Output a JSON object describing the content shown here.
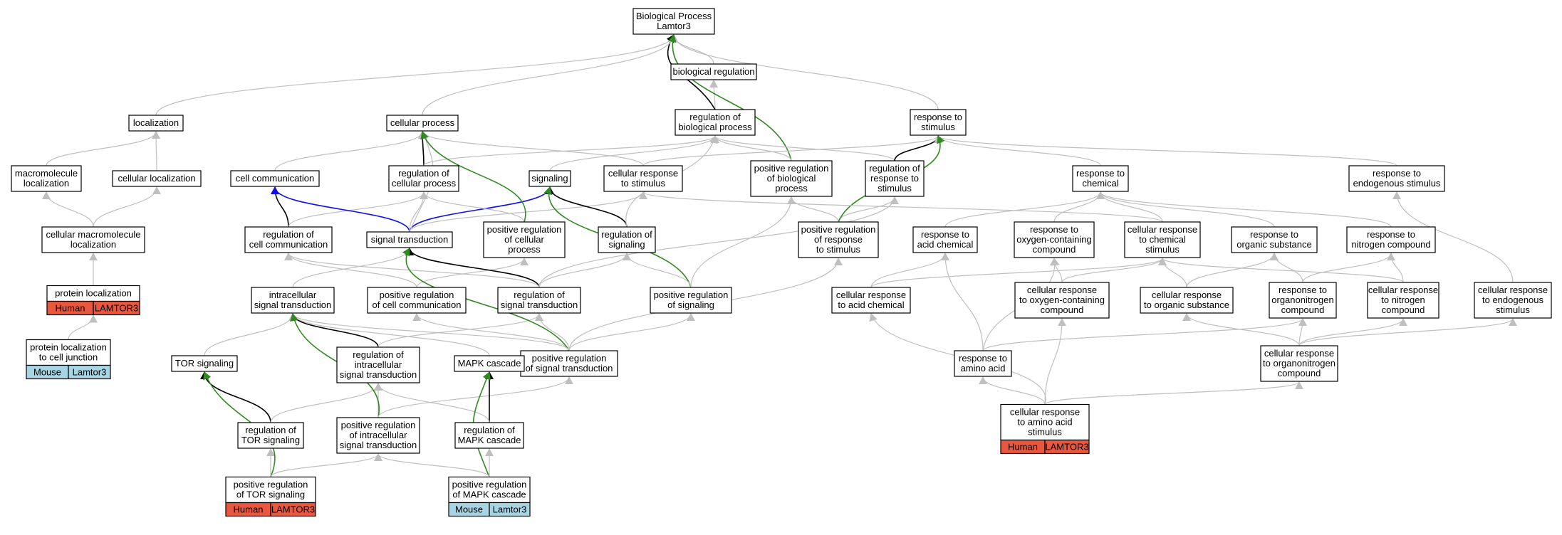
{
  "diagram": {
    "title": "Gene Ontology graph – Biological Process, Lamtor3",
    "colors": {
      "human": "#e9573f",
      "mouse": "#a8d5e3",
      "edge_gray": "#bfbfbf",
      "edge_black": "#000000",
      "edge_green": "#2f8a1f",
      "edge_blue": "#1010ee"
    },
    "nodes": [
      {
        "id": "bp",
        "label": [
          "Biological Process",
          "Lamtor3"
        ]
      },
      {
        "id": "bioreg",
        "label": [
          "biological regulation"
        ]
      },
      {
        "id": "regbio",
        "label": [
          "regulation of",
          "biological process"
        ]
      },
      {
        "id": "resp",
        "label": [
          "response to",
          "stimulus"
        ]
      },
      {
        "id": "loc",
        "label": [
          "localization"
        ]
      },
      {
        "id": "cellproc",
        "label": [
          "cellular process"
        ]
      },
      {
        "id": "macroloc",
        "label": [
          "macromolecule",
          "localization"
        ]
      },
      {
        "id": "cellloc",
        "label": [
          "cellular localization"
        ]
      },
      {
        "id": "cellcomm",
        "label": [
          "cell communication"
        ]
      },
      {
        "id": "regcellproc",
        "label": [
          "regulation of",
          "cellular process"
        ]
      },
      {
        "id": "signaling",
        "label": [
          "signaling"
        ]
      },
      {
        "id": "cellresp",
        "label": [
          "cellular response",
          "to stimulus"
        ]
      },
      {
        "id": "posregbio",
        "label": [
          "positive regulation",
          "of biological",
          "process"
        ]
      },
      {
        "id": "regresp",
        "label": [
          "regulation of",
          "response to",
          "stimulus"
        ]
      },
      {
        "id": "respchem",
        "label": [
          "response to",
          "chemical"
        ]
      },
      {
        "id": "respendo",
        "label": [
          "response to",
          "endogenous stimulus"
        ]
      },
      {
        "id": "cellmacroloc",
        "label": [
          "cellular macromolecule",
          "localization"
        ]
      },
      {
        "id": "regcellcomm",
        "label": [
          "regulation of",
          "cell communication"
        ]
      },
      {
        "id": "sigtrans",
        "label": [
          "signal transduction"
        ]
      },
      {
        "id": "posregcellproc",
        "label": [
          "positive regulation",
          "of cellular",
          "process"
        ]
      },
      {
        "id": "regsig",
        "label": [
          "regulation of",
          "signaling"
        ]
      },
      {
        "id": "posregresp",
        "label": [
          "positive regulation",
          "of response",
          "to stimulus"
        ]
      },
      {
        "id": "respacid",
        "label": [
          "response to",
          "acid chemical"
        ]
      },
      {
        "id": "respoxy",
        "label": [
          "response to",
          "oxygen-containing",
          "compound"
        ]
      },
      {
        "id": "cellrespchem",
        "label": [
          "cellular response",
          "to chemical",
          "stimulus"
        ]
      },
      {
        "id": "resporg",
        "label": [
          "response to",
          "organic substance"
        ]
      },
      {
        "id": "respnitro",
        "label": [
          "response to",
          "nitrogen compound"
        ]
      },
      {
        "id": "protloc",
        "label": [
          "protein localization"
        ],
        "tags": [
          {
            "species": "Human",
            "gene": "LAMTOR3"
          }
        ]
      },
      {
        "id": "intrasig",
        "label": [
          "intracellular",
          "signal transduction"
        ]
      },
      {
        "id": "posregcellcomm",
        "label": [
          "positive regulation",
          "of cell communication"
        ]
      },
      {
        "id": "regsigtrans",
        "label": [
          "regulation of",
          "signal transduction"
        ]
      },
      {
        "id": "posregsig",
        "label": [
          "positive regulation",
          "of signaling"
        ]
      },
      {
        "id": "cellrespacid",
        "label": [
          "cellular response",
          "to acid chemical"
        ]
      },
      {
        "id": "cellrespoxy",
        "label": [
          "cellular response",
          "to oxygen-containing",
          "compound"
        ]
      },
      {
        "id": "cellresporg",
        "label": [
          "cellular response",
          "to organic substance"
        ]
      },
      {
        "id": "resporgnitro",
        "label": [
          "response to",
          "organonitrogen",
          "compound"
        ]
      },
      {
        "id": "cellrespnitro",
        "label": [
          "cellular response",
          "to nitrogen",
          "compound"
        ]
      },
      {
        "id": "cellrespendo",
        "label": [
          "cellular response",
          "to endogenous",
          "stimulus"
        ]
      },
      {
        "id": "protlocjunc",
        "label": [
          "protein localization",
          "to cell junction"
        ],
        "tags": [
          {
            "species": "Mouse",
            "gene": "Lamtor3"
          }
        ]
      },
      {
        "id": "regintra",
        "label": [
          "regulation of",
          "intracellular",
          "signal transduction"
        ]
      },
      {
        "id": "posregsigtrans",
        "label": [
          "positive regulation",
          "of signal transduction"
        ]
      },
      {
        "id": "tor",
        "label": [
          "TOR signaling"
        ]
      },
      {
        "id": "mapk",
        "label": [
          "MAPK cascade"
        ]
      },
      {
        "id": "respamino",
        "label": [
          "response to",
          "amino acid"
        ]
      },
      {
        "id": "cellresporgnitro",
        "label": [
          "cellular response",
          "to organonitrogen",
          "compound"
        ]
      },
      {
        "id": "regtor",
        "label": [
          "regulation of",
          "TOR signaling"
        ]
      },
      {
        "id": "posregintra",
        "label": [
          "positive regulation",
          "of intracellular",
          "signal transduction"
        ]
      },
      {
        "id": "regmapk",
        "label": [
          "regulation of",
          "MAPK cascade"
        ]
      },
      {
        "id": "cellrespamino",
        "label": [
          "cellular response",
          "to amino acid",
          "stimulus"
        ],
        "tags": [
          {
            "species": "Human",
            "gene": "LAMTOR3"
          }
        ]
      },
      {
        "id": "posregtor",
        "label": [
          "positive regulation",
          "of TOR signaling"
        ],
        "tags": [
          {
            "species": "Human",
            "gene": "LAMTOR3"
          }
        ]
      },
      {
        "id": "posregmapk",
        "label": [
          "positive regulation",
          "of MAPK cascade"
        ],
        "tags": [
          {
            "species": "Mouse",
            "gene": "Lamtor3"
          }
        ]
      }
    ]
  }
}
